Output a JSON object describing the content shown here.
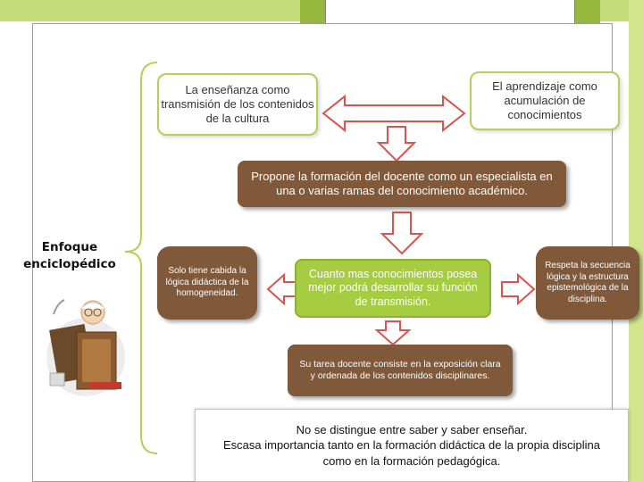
{
  "diagram": {
    "left_label_line1": "Enfoque",
    "left_label_line2": "enciclopédico",
    "box_top_left": "La enseñanza como transmisión de los contenidos de la cultura",
    "box_top_right": "El aprendizaje como acumulación de conocimientos",
    "box_propone": "Propone la formación del docente como un especialista en una o varias ramas del conocimiento académico.",
    "box_center": "Cuanto mas conocimientos posea mejor podrá desarrollar su función de transmisión.",
    "box_left": "Solo tiene cabida la lógica didáctica de la homogeneidad.",
    "box_right": "Respeta la secuencia lógica y la estructura epistemológica de la disciplina.",
    "box_tarea": "Su tarea docente consiste en la exposición clara y ordenada de los contenidos disciplinares.",
    "bottom_line1": "No se distingue entre saber y saber enseñar.",
    "bottom_line2": "Escasa importancia tanto en la formación didáctica de la propia disciplina",
    "bottom_line3": "como en la formación pedagógica."
  },
  "colors": {
    "green_accent": "#a6cc42",
    "brown_box": "#80583a",
    "arrow_fill": "#ffffff",
    "arrow_stroke": "#d9534f",
    "brace": "#b4cf5a"
  }
}
